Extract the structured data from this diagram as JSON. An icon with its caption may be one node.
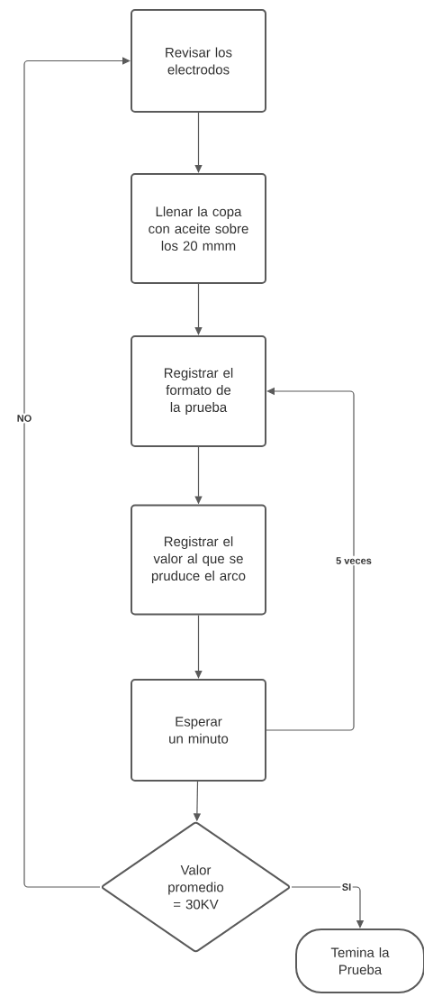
{
  "diagram": {
    "nodes": [
      {
        "text": [
          "Revisar los electrodos"
        ]
      },
      {
        "text": [
          "Llenar la copa con aceite sobre los 20 mmm"
        ]
      },
      {
        "text": [
          "Registrar el formato de la prueba"
        ]
      },
      {
        "text": [
          "Registrar el valor al que se pruduce el arco"
        ]
      },
      {
        "text": [
          "Esperar un minuto"
        ]
      },
      {
        "text": [
          "Valor promedio = 30KV"
        ]
      },
      {
        "text": [
          "Temina la Prueba"
        ]
      }
    ],
    "edges": [
      {
        "from": 0,
        "to": 1,
        "arrow": "to"
      },
      {
        "from": 1,
        "to": 2,
        "arrow": "to"
      },
      {
        "from": 2,
        "to": 3,
        "arrow": "to"
      },
      {
        "from": 3,
        "to": 4,
        "arrow": "to"
      },
      {
        "from": 4,
        "to": 2,
        "arrow": "to",
        "label": "5 veces"
      },
      {
        "from": 4,
        "to": 5,
        "arrow": "to"
      },
      {
        "from": 5,
        "to": 0,
        "arrow": "to",
        "label": "NO"
      },
      {
        "from": 5,
        "to": 6,
        "arrow": "to",
        "label": "SI"
      }
    ]
  }
}
